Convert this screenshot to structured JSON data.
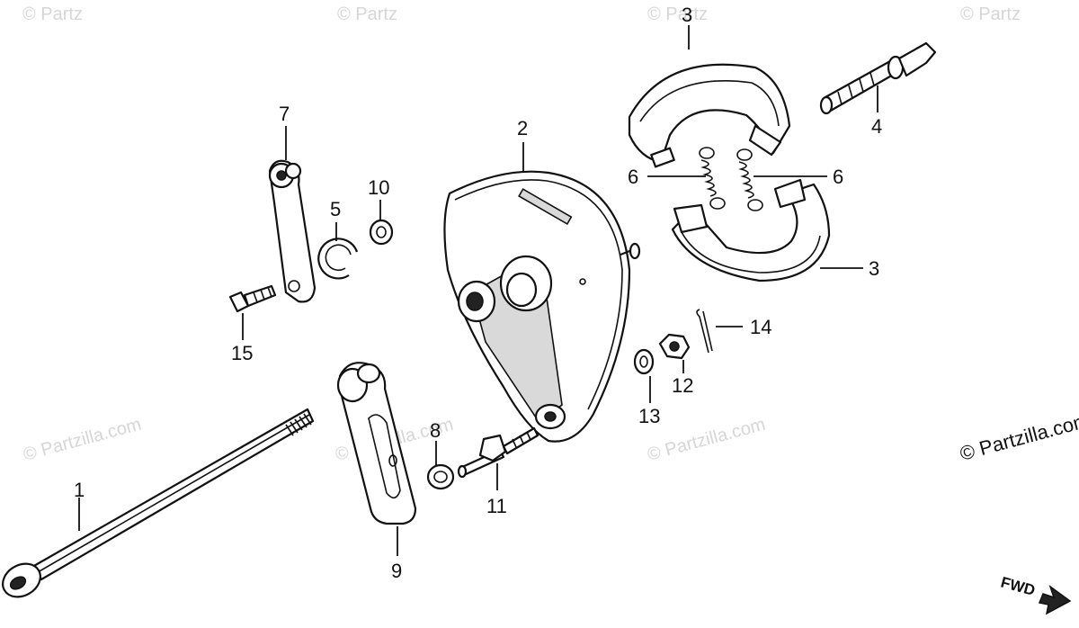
{
  "watermark": {
    "text": "© Partzilla.com",
    "text_short": "© Partz"
  },
  "direction_label": "FWD",
  "callouts": [
    {
      "id": "callout-1",
      "label": "1"
    },
    {
      "id": "callout-2",
      "label": "2"
    },
    {
      "id": "callout-3a",
      "label": "3"
    },
    {
      "id": "callout-3b",
      "label": "3"
    },
    {
      "id": "callout-4",
      "label": "4"
    },
    {
      "id": "callout-5",
      "label": "5"
    },
    {
      "id": "callout-6a",
      "label": "6"
    },
    {
      "id": "callout-6b",
      "label": "6"
    },
    {
      "id": "callout-7",
      "label": "7"
    },
    {
      "id": "callout-8",
      "label": "8"
    },
    {
      "id": "callout-9",
      "label": "9"
    },
    {
      "id": "callout-10",
      "label": "10"
    },
    {
      "id": "callout-11",
      "label": "11"
    },
    {
      "id": "callout-12",
      "label": "12"
    },
    {
      "id": "callout-13",
      "label": "13"
    },
    {
      "id": "callout-14",
      "label": "14"
    },
    {
      "id": "callout-15",
      "label": "15"
    }
  ]
}
